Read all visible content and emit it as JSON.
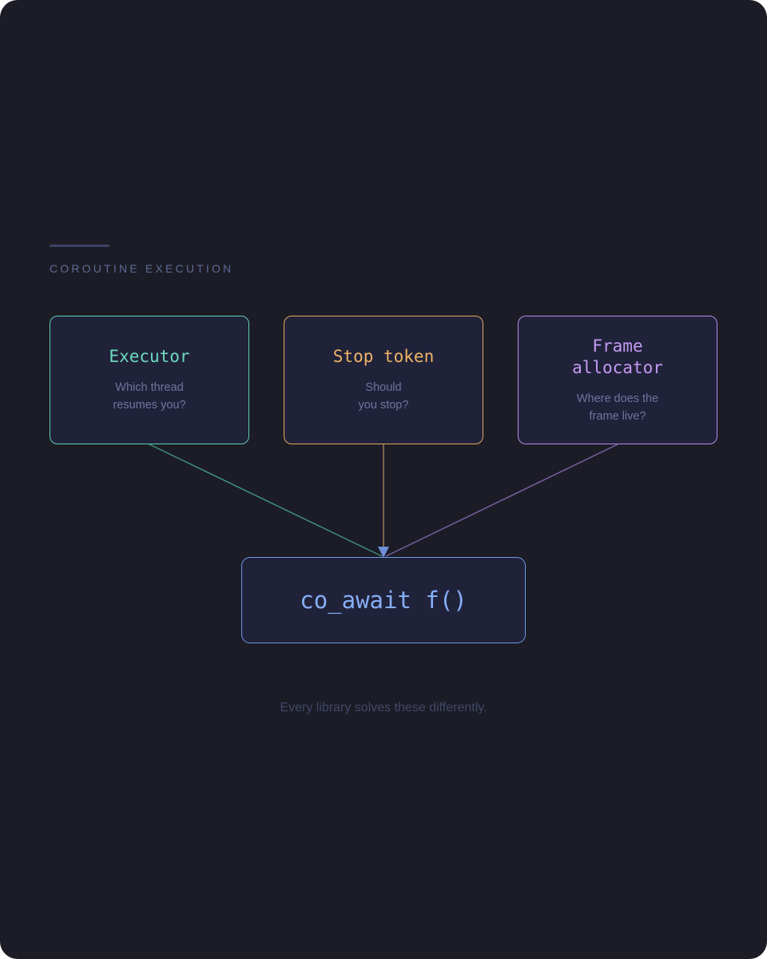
{
  "header": {
    "section_label": "COROUTINE EXECUTION"
  },
  "nodes": {
    "executor": {
      "title": "Executor",
      "description": "Which thread\nresumes you?",
      "color": "#6cd9bd"
    },
    "stop_token": {
      "title": "Stop token",
      "description": "Should\nyou stop?",
      "color": "#eeb466"
    },
    "frame_allocator": {
      "title": "Frame\nallocator",
      "description": "Where does the\nframe live?",
      "color": "#c49af3"
    },
    "co_await": {
      "title": "co_await f()",
      "color": "#86aef5"
    }
  },
  "edges": [
    {
      "from": "executor",
      "to": "co_await"
    },
    {
      "from": "stop_token",
      "to": "co_await"
    },
    {
      "from": "frame_allocator",
      "to": "co_await"
    }
  ],
  "caption": "Every library solves these differently.",
  "colors": {
    "background": "#1c1c26",
    "node_fill": "#20223a",
    "muted_text": "#6c759c"
  }
}
